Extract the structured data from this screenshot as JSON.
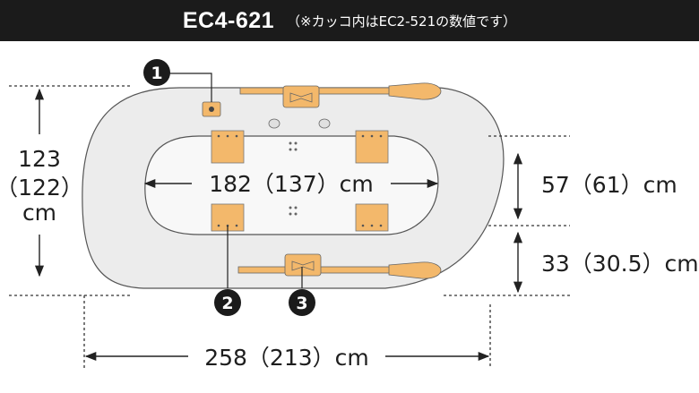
{
  "header": {
    "model": "EC4-621",
    "note": "（※カッコ内はEC2-521の数値です）"
  },
  "dimensions": {
    "height_value": "123",
    "height_alt": "（122）",
    "height_unit": "cm",
    "inner_length": "182（137）cm",
    "inner_width": "57（61）cm",
    "tube_width": "33（30.5）cm",
    "total_length": "258（213）cm"
  },
  "callouts": [
    "1",
    "2",
    "3"
  ],
  "colors": {
    "header_bg": "#1b1b1b",
    "accessory": "#f3b86b",
    "hull_fill": "#ededed",
    "outline": "#555555",
    "badge": "#1b1b1b"
  }
}
